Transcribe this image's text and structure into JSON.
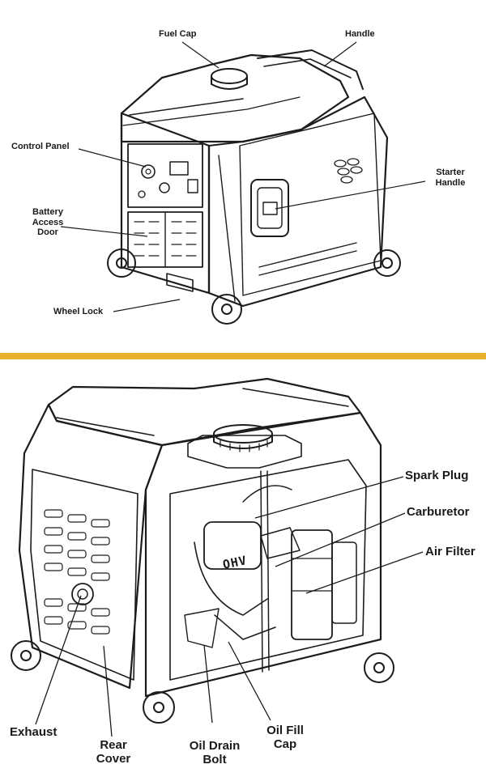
{
  "accent_color": "#e8b22a",
  "top_panel": {
    "labels": {
      "fuel_cap": "Fuel Cap",
      "handle": "Handle",
      "control_panel": "Control Panel",
      "starter_handle": "Starter\nHandle",
      "battery_access_door": "Battery\nAccess\nDoor",
      "wheel_lock": "Wheel Lock"
    }
  },
  "bottom_panel": {
    "engine_mark": "OHV",
    "labels": {
      "spark_plug": "Spark Plug",
      "carburetor": "Carburetor",
      "air_filter": "Air Filter",
      "exhaust": "Exhaust",
      "rear_cover": "Rear\nCover",
      "oil_drain_bolt": "Oil Drain\nBolt",
      "oil_fill_cap": "Oil Fill\nCap"
    }
  }
}
